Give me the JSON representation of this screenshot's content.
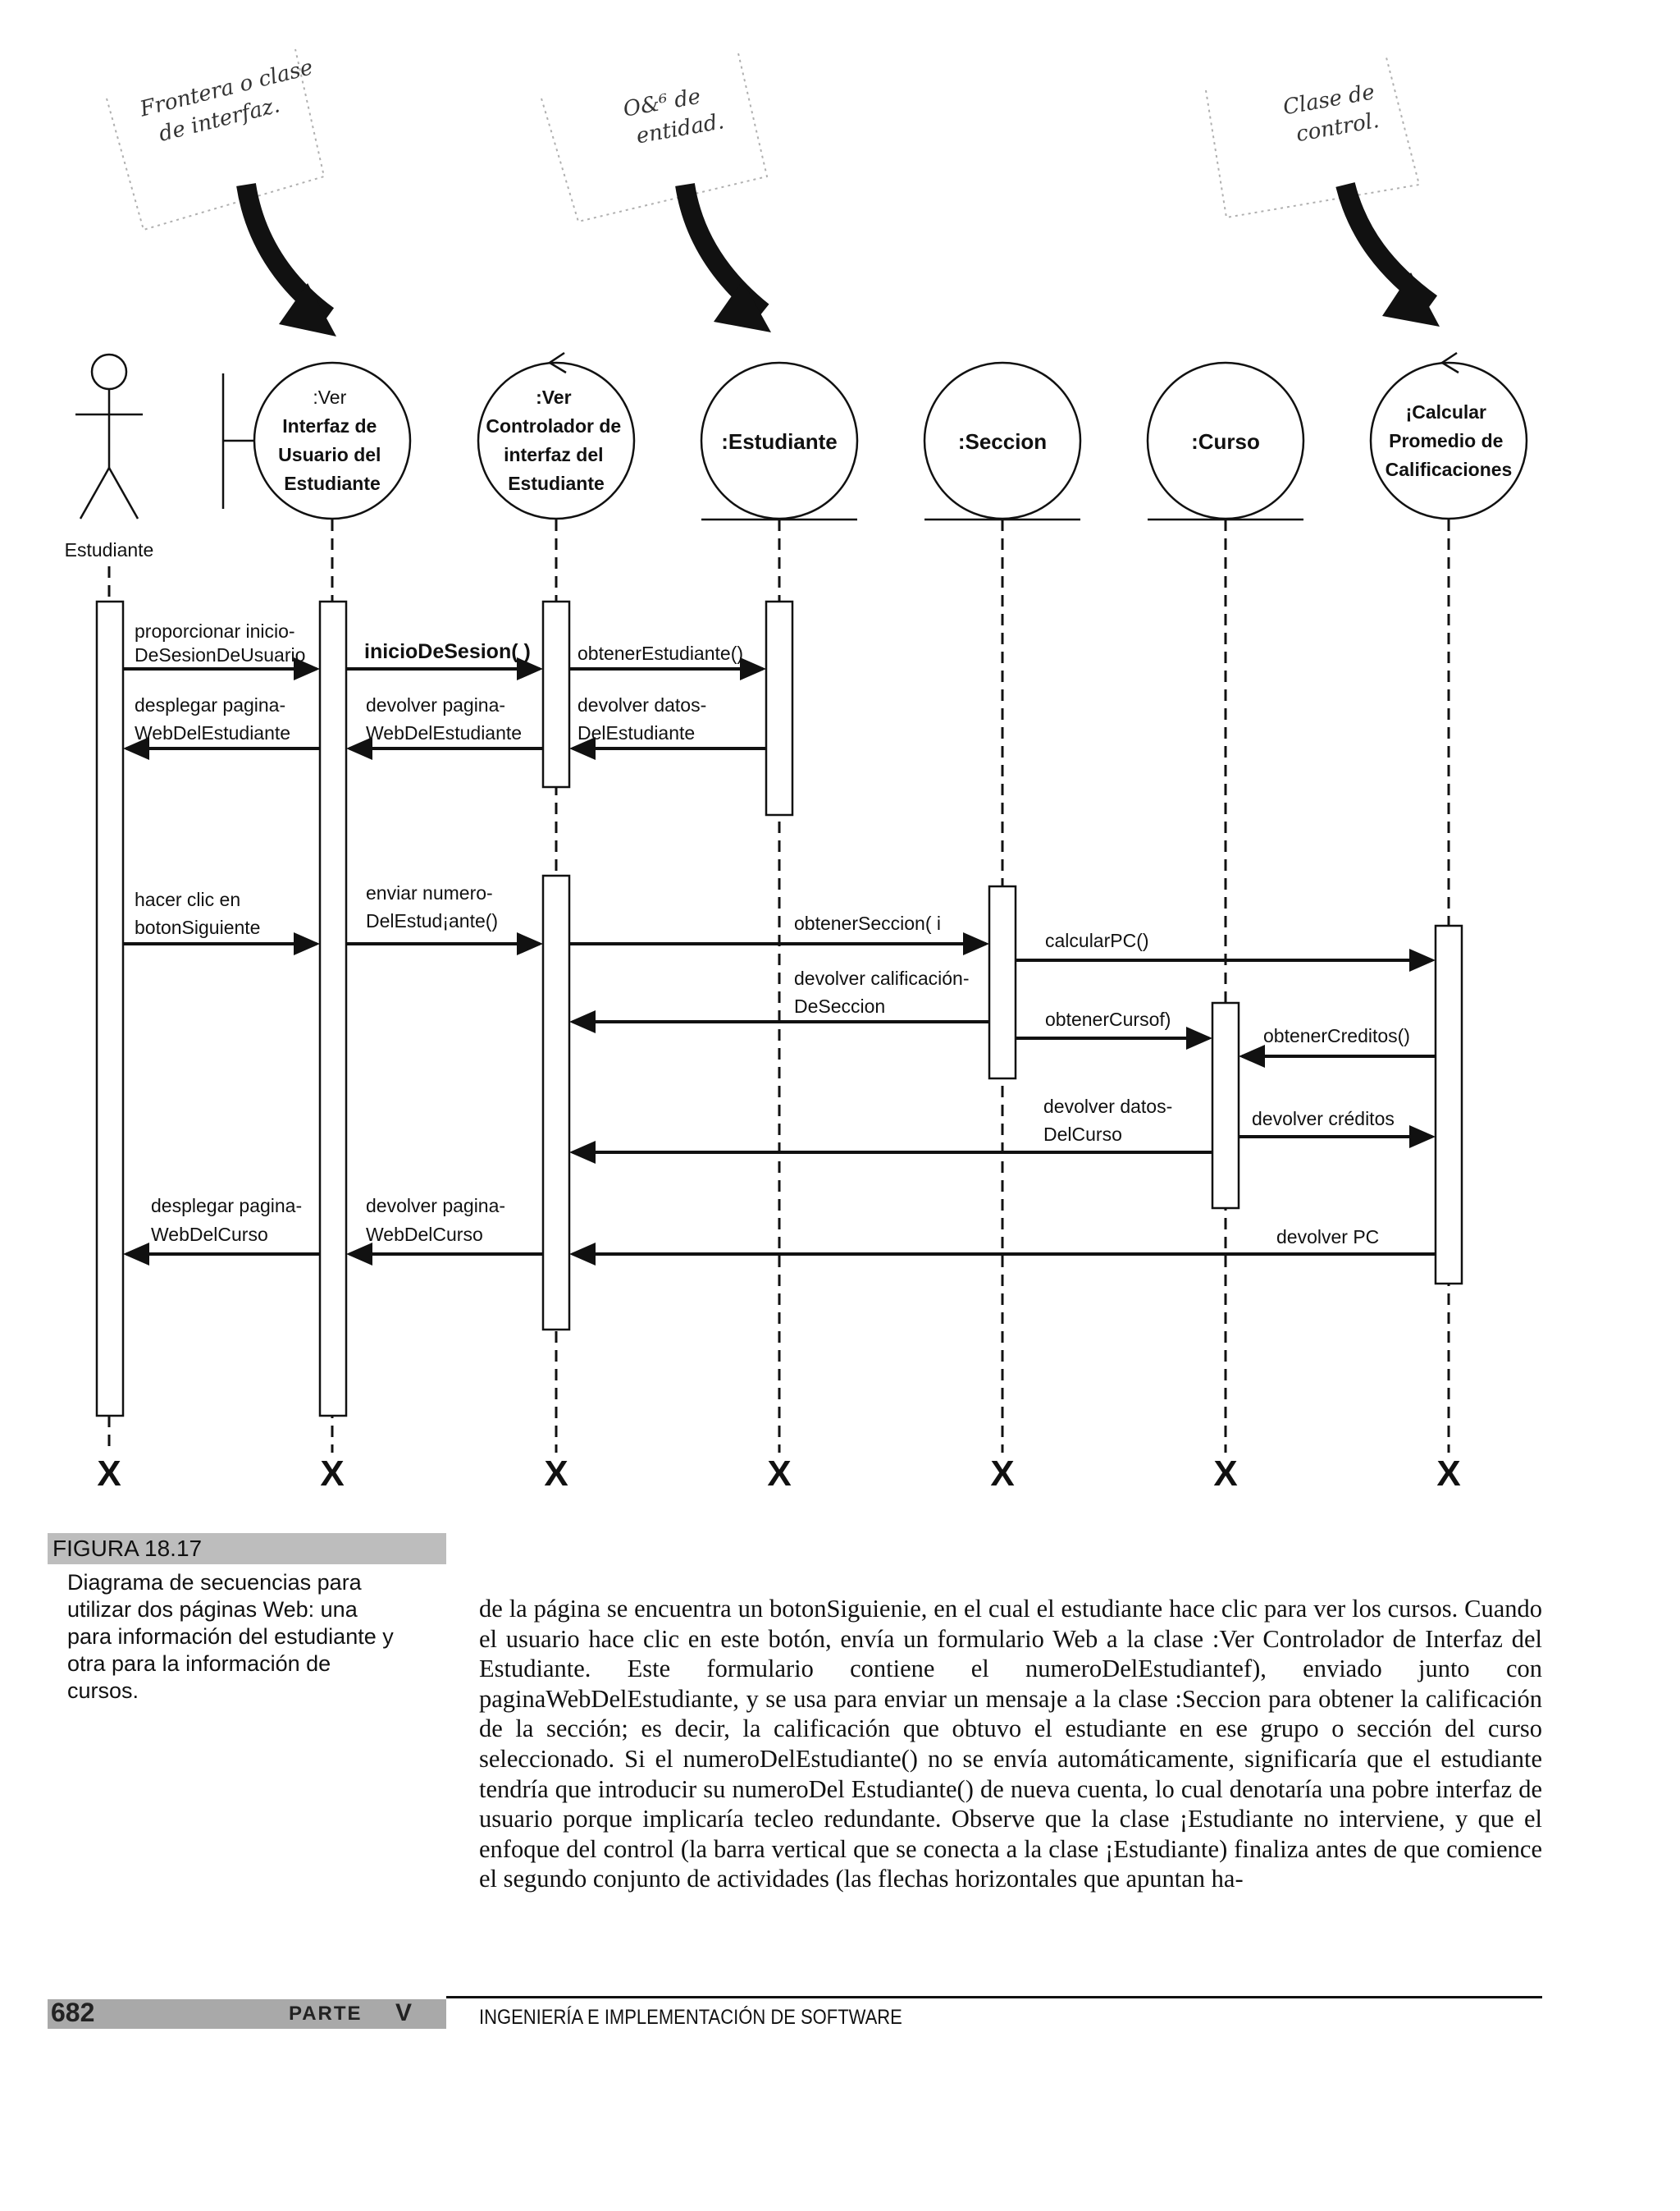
{
  "notes": {
    "boundary": [
      "Frontera o clase",
      "de interfaz."
    ],
    "entity": [
      "O&⁶ de",
      "entidad."
    ],
    "control": [
      "Clase de",
      "control."
    ]
  },
  "actor": {
    "label": "Estudiante"
  },
  "objects": [
    {
      "kind": "boundary",
      "lines": [
        ":Ver",
        "Interfaz de",
        "Usuario del",
        "Estudiante"
      ]
    },
    {
      "kind": "control",
      "lines": [
        ":Ver",
        "Controlador de",
        "interfaz del",
        "Estudiante"
      ]
    },
    {
      "kind": "entity",
      "lines": [
        ":Estudiante"
      ]
    },
    {
      "kind": "entity",
      "lines": [
        ":Seccion"
      ]
    },
    {
      "kind": "entity",
      "lines": [
        ":Curso"
      ]
    },
    {
      "kind": "control",
      "lines": [
        "¡Calcular",
        "Promedio de",
        "Calificaciones"
      ]
    }
  ],
  "messages": [
    {
      "lines": [
        "proporcionar inicio-",
        "DeSesionDeUsuario"
      ]
    },
    {
      "lines": [
        "inicioDeSesion( )"
      ]
    },
    {
      "lines": [
        "obtenerEstudiante()"
      ]
    },
    {
      "lines": [
        "desplegar pagina-",
        "WebDelEstudiante"
      ]
    },
    {
      "lines": [
        "devolver pagina-",
        "WebDelEstudiante"
      ]
    },
    {
      "lines": [
        "devolver datos-",
        "DelEstudiante"
      ]
    },
    {
      "lines": [
        "hacer clic en",
        "botonSiguiente"
      ]
    },
    {
      "lines": [
        "enviar numero-",
        "DelEstud¡ante()"
      ]
    },
    {
      "lines": [
        "obtenerSeccion( i"
      ]
    },
    {
      "lines": [
        "calcularPC()"
      ]
    },
    {
      "lines": [
        "devolver calificación-",
        "DeSeccion"
      ]
    },
    {
      "lines": [
        "obtenerCursof)"
      ]
    },
    {
      "lines": [
        "obtenerCreditos()"
      ]
    },
    {
      "lines": [
        "devolver datos-",
        "DelCurso"
      ]
    },
    {
      "lines": [
        "devolver créditos"
      ]
    },
    {
      "lines": [
        "desplegar pagina-",
        "WebDelCurso"
      ]
    },
    {
      "lines": [
        "devolver pagina-",
        "WebDelCurso"
      ]
    },
    {
      "lines": [
        "devolver PC"
      ]
    }
  ],
  "destroy_mark": "X",
  "figure": {
    "label": "FIGURA 18.17",
    "caption": "Diagrama de secuencias para utilizar dos páginas Web: una para información del estudiante y otra para la información de cursos."
  },
  "body_text": "de la página se encuentra un botonSiguienie, en el cual el estudiante hace clic para ver los cursos. Cuando el usuario hace clic en este botón, envía un formulario Web a la clase :Ver Controlador de Interfaz del Estudiante. Este formulario contiene el numeroDelEstudiantef), enviado junto con paginaWebDelEstudiante, y se usa para enviar un mensaje a la clase :Seccion para obtener la calificación de la sección; es decir, la calificación que obtuvo el estudiante en ese grupo o sección del curso seleccionado. Si el numeroDelEstudiante() no se envía automáticamente, significaría que el estudiante tendría que introducir su numeroDel Estudiante() de nueva cuenta, lo cual denotaría una pobre interfaz de usuario porque implicaría tecleo redundante. Observe que la clase ¡Estudiante no interviene, y que el enfoque del control (la barra vertical que se conecta a la clase ¡Estudiante) finaliza antes de que comience el segundo conjunto de actividades (las flechas horizontales que apuntan ha-",
  "footer": {
    "page_number": "682",
    "part_label": "PARTE",
    "part_number": "V",
    "title": "INGENIERÍA E IMPLEMENTACIÓN DE SOFTWARE"
  }
}
